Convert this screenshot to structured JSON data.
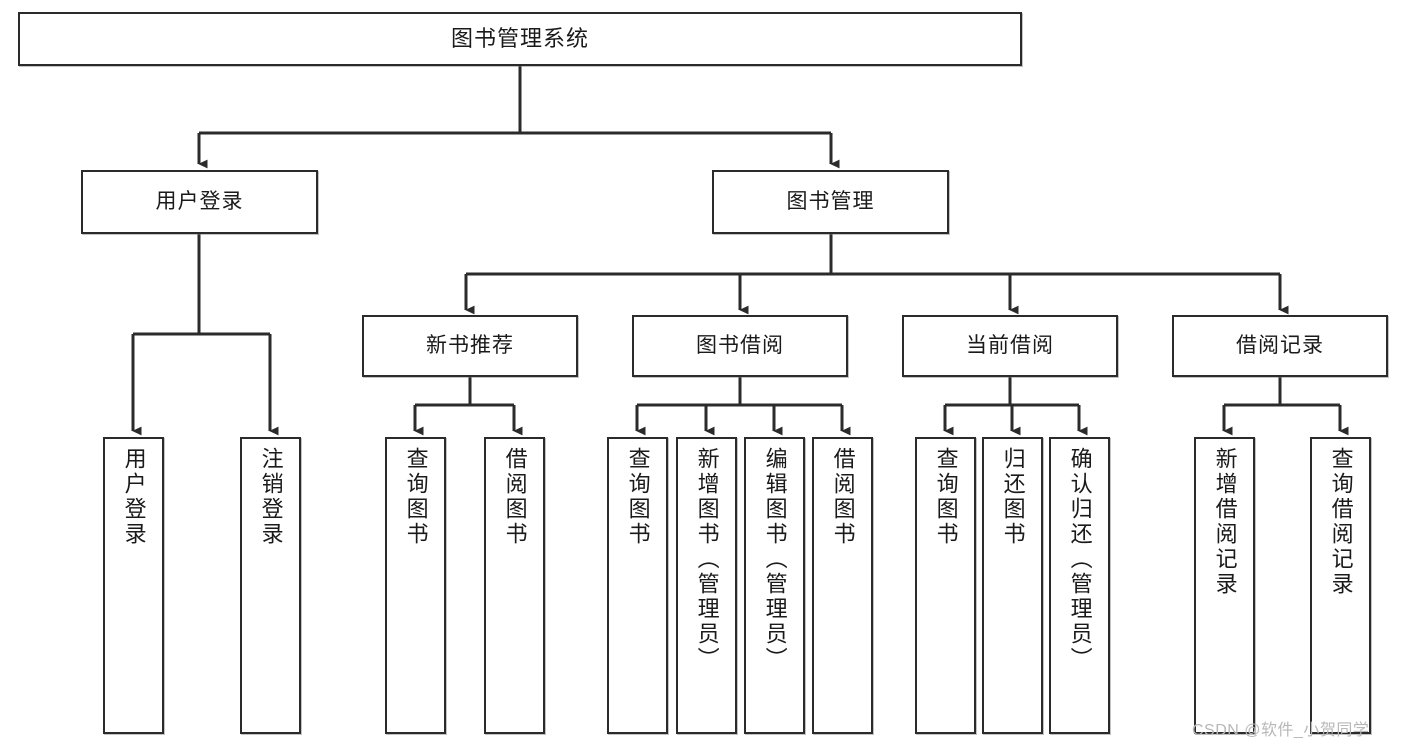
{
  "diagram": {
    "type": "tree-hierarchy-chart",
    "title_node": {
      "label": "图书管理系统"
    },
    "level2": [
      {
        "label": "用户登录"
      },
      {
        "label": "图书管理"
      }
    ],
    "level3": [
      {
        "label": "新书推荐"
      },
      {
        "label": "图书借阅"
      },
      {
        "label": "当前借阅"
      },
      {
        "label": "借阅记录"
      }
    ],
    "leaves": {
      "user_login": [
        {
          "label": "用户登录"
        },
        {
          "label": "注销登录"
        }
      ],
      "new_book_recommend": [
        {
          "label": "查询图书"
        },
        {
          "label": "借阅图书"
        }
      ],
      "book_borrow": [
        {
          "label": "查询图书"
        },
        {
          "label": "新增图书（管理员）"
        },
        {
          "label": "编辑图书（管理员）"
        },
        {
          "label": "借阅图书"
        }
      ],
      "current_borrow": [
        {
          "label": "查询图书"
        },
        {
          "label": "归还图书"
        },
        {
          "label": "确认归还（管理员）"
        }
      ],
      "borrow_record": [
        {
          "label": "新增借阅记录"
        },
        {
          "label": "查询借阅记录"
        }
      ]
    },
    "colors": {
      "stroke": "#2b2b2b",
      "fill": "#ffffff",
      "text": "#1a1a1a",
      "watermark": "#b8b8b8"
    }
  },
  "watermark": {
    "text": "CSDN @软件_小贺同学"
  }
}
